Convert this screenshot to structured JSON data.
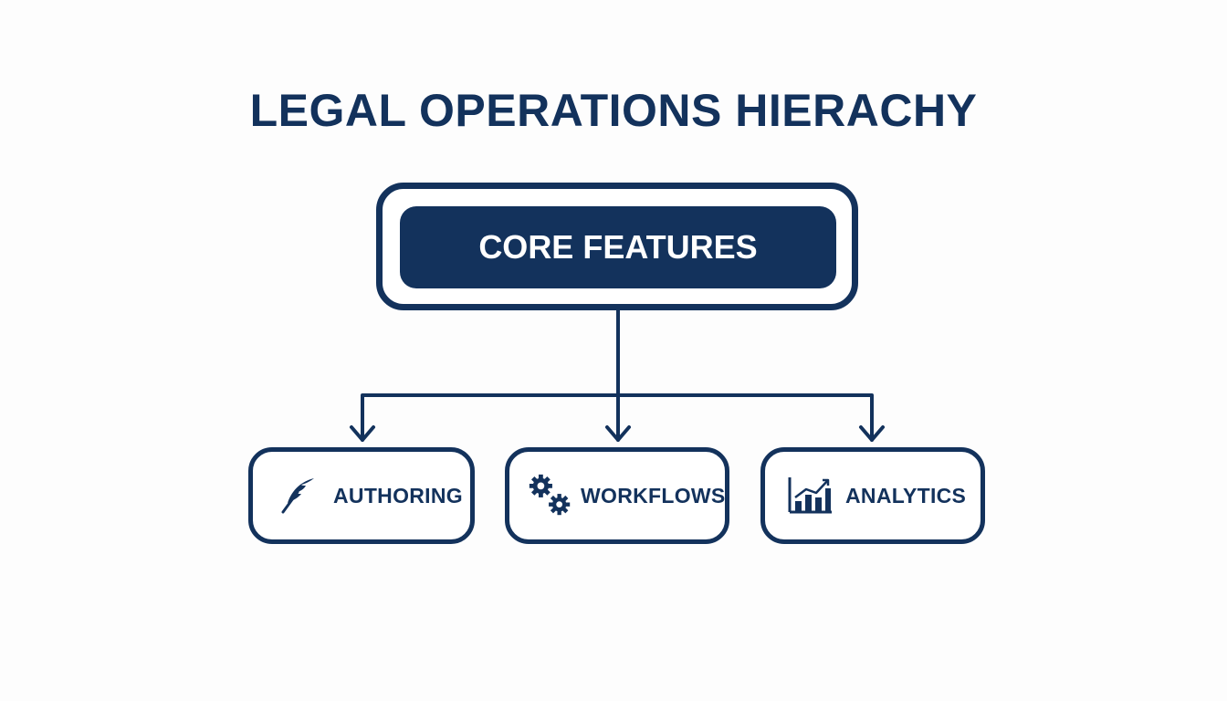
{
  "title": "LEGAL OPERATIONS HIERACHY",
  "root": {
    "label": "CORE FEATURES"
  },
  "children": [
    {
      "label": "AUTHORING",
      "icon": "quill-pen-icon"
    },
    {
      "label": "WORKFLOWS",
      "icon": "gears-icon"
    },
    {
      "label": "ANALYTICS",
      "icon": "bar-chart-icon"
    }
  ],
  "colors": {
    "primary": "#13325c",
    "background": "#fdfdfd",
    "root_text": "#ffffff"
  }
}
